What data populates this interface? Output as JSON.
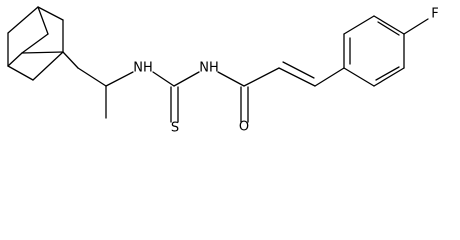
{
  "molecule": {
    "atoms": {
      "nh_left": "NH",
      "nh_right": "NH",
      "sulfur": "S",
      "oxygen": "O",
      "fluorine": "F"
    }
  },
  "colors": {
    "bond": "#000000",
    "label": "#000000",
    "background": "#ffffff"
  }
}
